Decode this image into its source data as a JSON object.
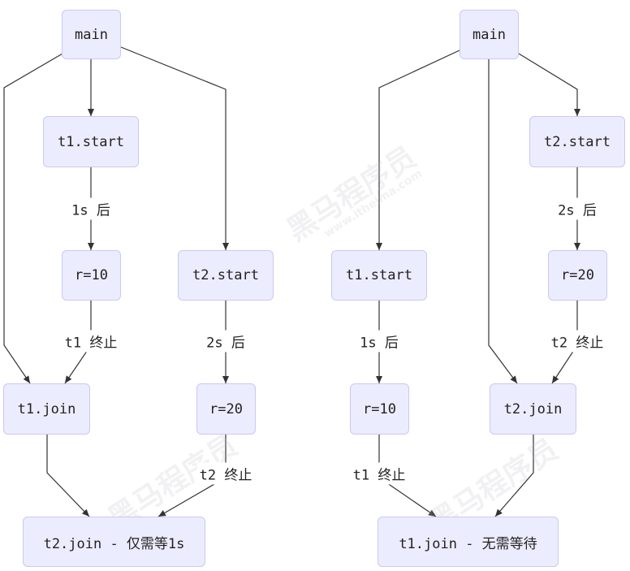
{
  "left": {
    "nodes": {
      "main": "main",
      "t1_start": "t1.start",
      "r10": "r=10",
      "t2_start": "t2.start",
      "t1_join": "t1.join",
      "r20": "r=20",
      "t2_join_final": "t2.join - 仅需等1s"
    },
    "edges": {
      "after_1s": "1s 后",
      "t1_done": "t1 终止",
      "after_2s": "2s 后",
      "t2_done": "t2 终止"
    }
  },
  "right": {
    "nodes": {
      "main": "main",
      "t2_start": "t2.start",
      "r20": "r=20",
      "t1_start": "t1.start",
      "t2_join": "t2.join",
      "r10": "r=10",
      "t1_join_final": "t1.join - 无需等待"
    },
    "edges": {
      "after_2s": "2s 后",
      "t2_done": "t2 终止",
      "after_1s": "1s 后",
      "t1_done": "t1 终止"
    }
  },
  "watermark": {
    "brand": "黑马程序员",
    "url": "www.itheima.com"
  }
}
